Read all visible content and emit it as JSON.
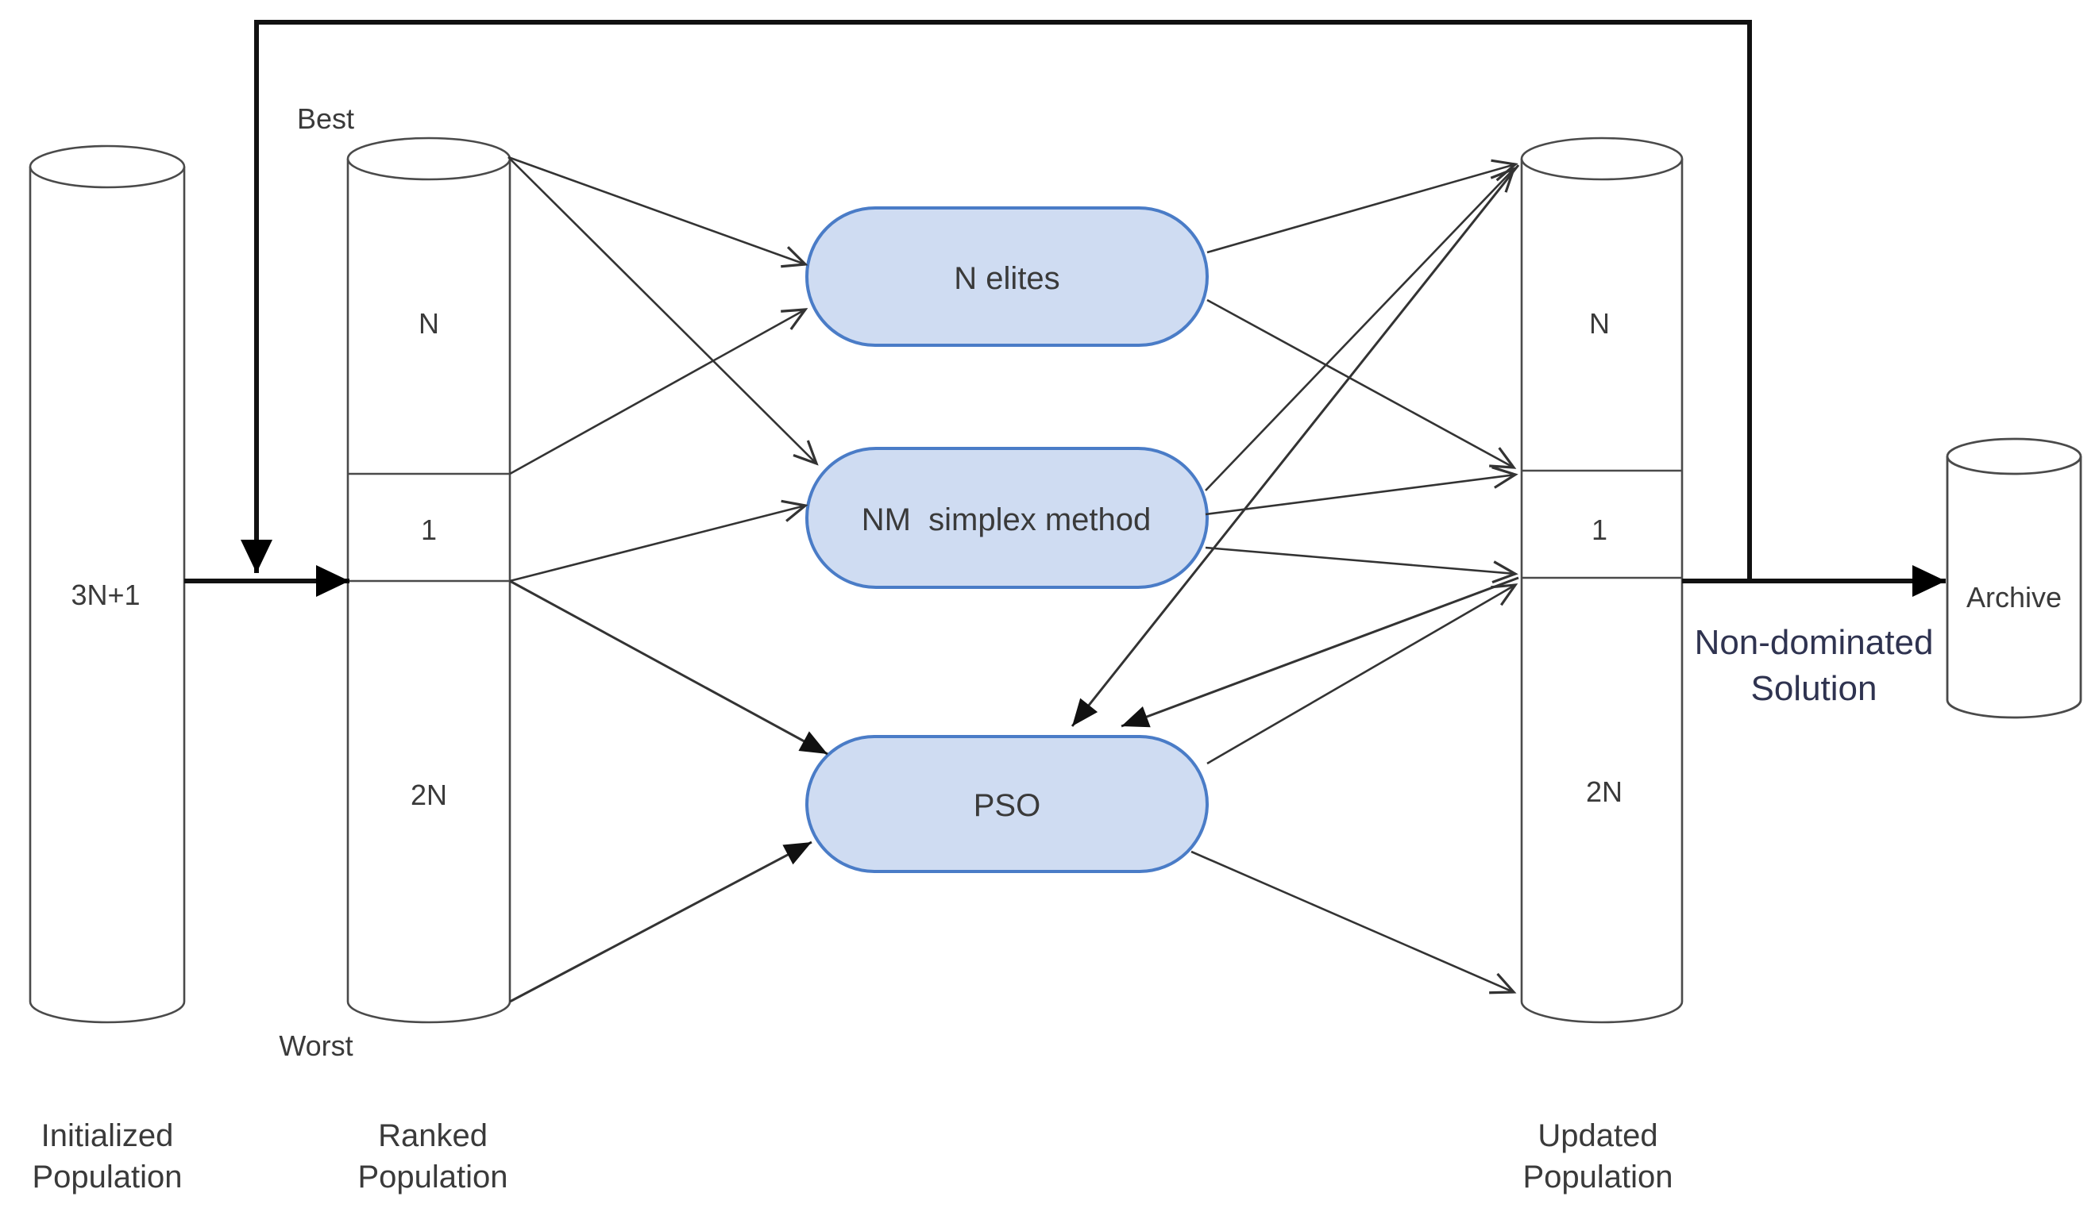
{
  "diagram": {
    "colors": {
      "background": "#ffffff",
      "box_fill": "#cfdcf2",
      "box_border": "#4a7cc7",
      "thin_line": "#333333",
      "thick_line": "#111111",
      "text": "#3a3a3a",
      "flow_label_text": "#2f3350"
    },
    "initialized_cylinder": {
      "value_label": "3N+1",
      "caption_line1": "Initialized",
      "caption_line2": "Population"
    },
    "ranked_cylinder": {
      "top_label": "Best",
      "bottom_label": "Worst",
      "sections": [
        "N",
        "1",
        "2N"
      ],
      "caption_line1": "Ranked",
      "caption_line2": "Population"
    },
    "updated_cylinder": {
      "sections": [
        "N",
        "1",
        "2N"
      ],
      "caption_line1": "Updated",
      "caption_line2": "Population"
    },
    "archive_cylinder": {
      "label": "Archive"
    },
    "process_boxes": {
      "elites": {
        "label": "N elites"
      },
      "nm": {
        "label": "NM  simplex method"
      },
      "pso": {
        "label": "PSO"
      }
    },
    "flow_label": {
      "line1": "Non-dominated",
      "line2": "Solution"
    },
    "edges": [
      {
        "id": "ranked-best-to-n-elites",
        "from": "ranked-population-top",
        "to": "n-elites-box"
      },
      {
        "id": "ranked-best-to-nm-simplex",
        "from": "ranked-population-top",
        "to": "nm-simplex-box"
      },
      {
        "id": "ranked-n-to-n-elites",
        "from": "ranked-population-section-n",
        "to": "n-elites-box"
      },
      {
        "id": "ranked-1-to-nm-simplex",
        "from": "ranked-population-section-1",
        "to": "nm-simplex-box"
      },
      {
        "id": "ranked-1-to-pso",
        "from": "ranked-population-section-1",
        "to": "pso-box"
      },
      {
        "id": "ranked-worst-to-pso",
        "from": "ranked-population-bottom",
        "to": "pso-box"
      },
      {
        "id": "n-elites-to-updated-n",
        "from": "n-elites-box",
        "to": "updated-population-top"
      },
      {
        "id": "n-elites-to-updated-1",
        "from": "n-elites-box",
        "to": "updated-population-section-1"
      },
      {
        "id": "nm-simplex-to-updated-n",
        "from": "nm-simplex-box",
        "to": "updated-population-top"
      },
      {
        "id": "nm-simplex-to-updated-1",
        "from": "nm-simplex-box",
        "to": "updated-population-section-1"
      },
      {
        "id": "nm-simplex-to-updated-2n",
        "from": "nm-simplex-box",
        "to": "updated-population-section-2n"
      },
      {
        "id": "pso-to-updated-1",
        "from": "pso-box",
        "to": "updated-population-section-1"
      },
      {
        "id": "pso-to-updated-2n",
        "from": "pso-box",
        "to": "updated-population-section-2n"
      },
      {
        "id": "updated-top-to-pso",
        "from": "updated-population-top",
        "to": "pso-box"
      },
      {
        "id": "updated-1-to-pso",
        "from": "updated-population-section-1",
        "to": "pso-box"
      },
      {
        "id": "initialized-to-ranked",
        "from": "initialized-population",
        "to": "ranked-population"
      },
      {
        "id": "updated-to-archive",
        "from": "updated-population",
        "to": "archive"
      },
      {
        "id": "feedback-loop",
        "from": "non-dominated-solution-flow",
        "to": "ranked-population-input"
      }
    ]
  }
}
